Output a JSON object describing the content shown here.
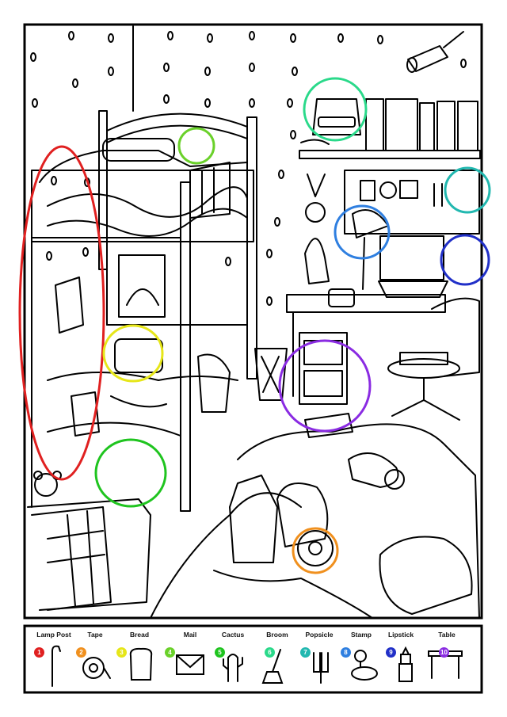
{
  "legend": {
    "items": [
      {
        "num": "1",
        "label": "Lamp Post",
        "icon": "lamp-post-icon",
        "color": "#e02020"
      },
      {
        "num": "2",
        "label": "Tape",
        "icon": "tape-icon",
        "color": "#f0901e"
      },
      {
        "num": "3",
        "label": "Bread",
        "icon": "bread-icon",
        "color": "#e6e619"
      },
      {
        "num": "4",
        "label": "Mail",
        "icon": "mail-icon",
        "color": "#6ad12a"
      },
      {
        "num": "5",
        "label": "Cactus",
        "icon": "cactus-icon",
        "color": "#1fc41f"
      },
      {
        "num": "6",
        "label": "Broom",
        "icon": "broom-icon",
        "color": "#2ad98a"
      },
      {
        "num": "7",
        "label": "Popsicle",
        "icon": "popsicle-icon",
        "color": "#22b8b0"
      },
      {
        "num": "8",
        "label": "Stamp",
        "icon": "stamp-icon",
        "color": "#2f7fe0"
      },
      {
        "num": "9",
        "label": "Lipstick",
        "icon": "lipstick-icon",
        "color": "#2130c8"
      },
      {
        "num": "10",
        "label": "Table",
        "icon": "table-icon",
        "color": "#8a2be2"
      }
    ]
  },
  "found_markers": [
    {
      "item": "Lamp Post",
      "color": "#e02020"
    },
    {
      "item": "Tape",
      "color": "#f0901e"
    },
    {
      "item": "Bread",
      "color": "#e6e619"
    },
    {
      "item": "Mail",
      "color": "#6ad12a"
    },
    {
      "item": "Cactus",
      "color": "#1fc41f"
    },
    {
      "item": "Broom",
      "color": "#2ad98a"
    },
    {
      "item": "Popsicle",
      "color": "#22b8b0"
    },
    {
      "item": "Stamp",
      "color": "#2f7fe0"
    },
    {
      "item": "Lipstick",
      "color": "#2130c8"
    },
    {
      "item": "Table",
      "color": "#8a2be2"
    }
  ]
}
